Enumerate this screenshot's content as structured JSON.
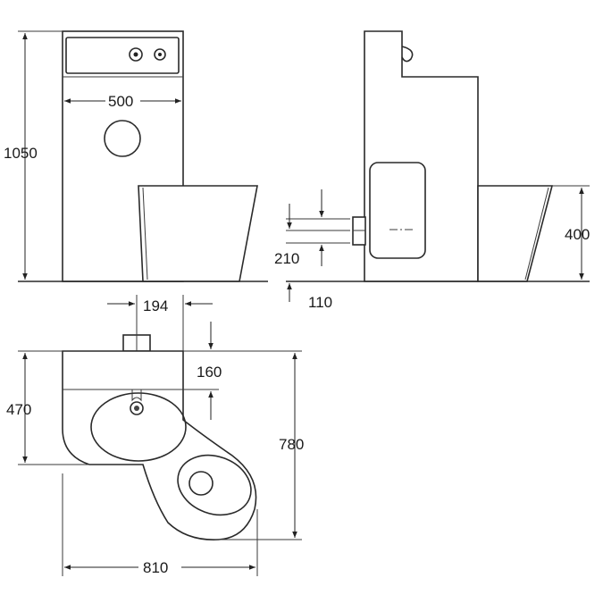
{
  "dimensions": {
    "overall_height": "1050",
    "cabinet_width": "500",
    "pan_height": "400",
    "inlet_height": "210",
    "base_height": "110",
    "inlet_width": "194",
    "inlet_offset": "160",
    "basin_depth": "470",
    "total_depth": "780",
    "total_width": "810"
  }
}
